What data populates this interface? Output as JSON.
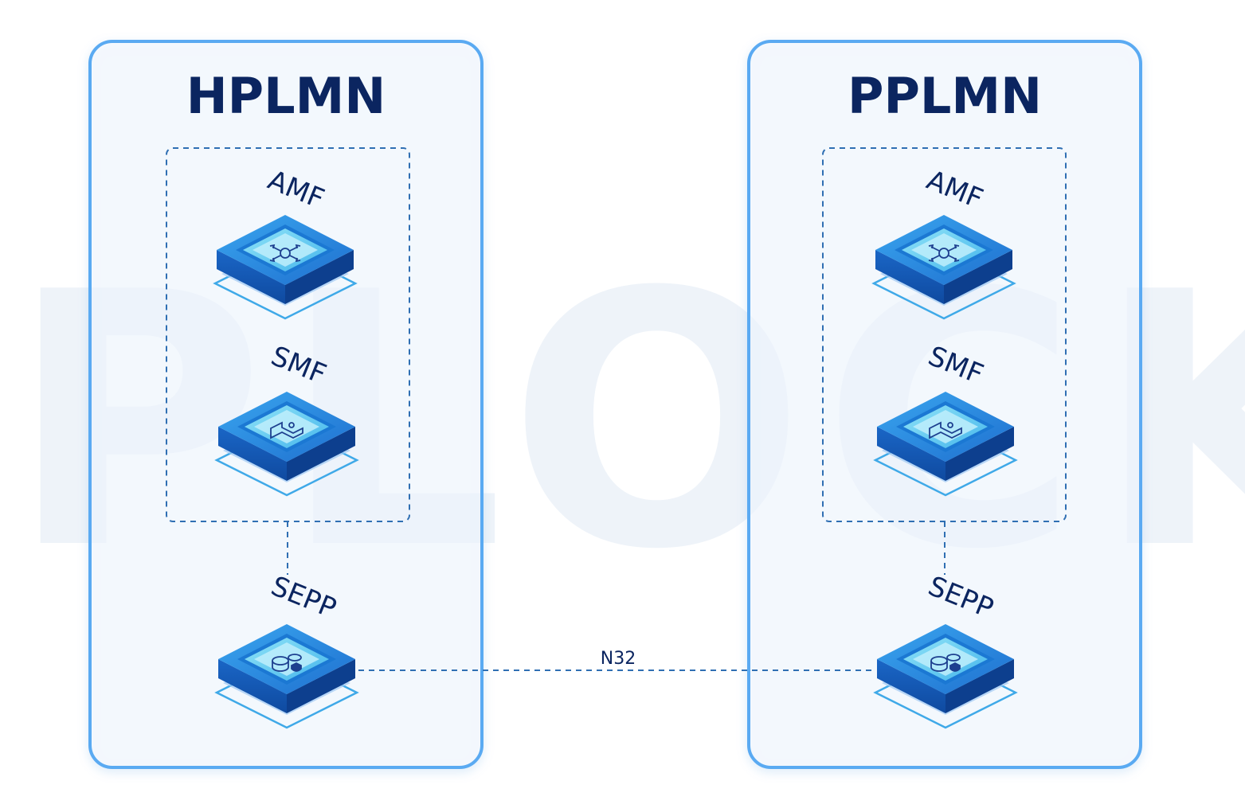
{
  "watermark": "IPLOCK",
  "colors": {
    "panel_border": "#5aaaf2",
    "panel_fill": "#f7fbff",
    "dash": "#2f6fb3",
    "title": "#0b2560",
    "chip_top": "#2b8fe0",
    "chip_side": "#1258b8"
  },
  "networks": [
    {
      "title": "HPLMN",
      "nodes": [
        {
          "label": "AMF",
          "icon": "amf-hub-icon"
        },
        {
          "label": "SMF",
          "icon": "smf-route-icon"
        },
        {
          "label": "SEPP",
          "icon": "sepp-shield-icon"
        }
      ]
    },
    {
      "title": "PPLMN",
      "nodes": [
        {
          "label": "AMF",
          "icon": "amf-hub-icon"
        },
        {
          "label": "SMF",
          "icon": "smf-route-icon"
        },
        {
          "label": "SEPP",
          "icon": "sepp-shield-icon"
        }
      ]
    }
  ],
  "link": {
    "label": "N32"
  }
}
